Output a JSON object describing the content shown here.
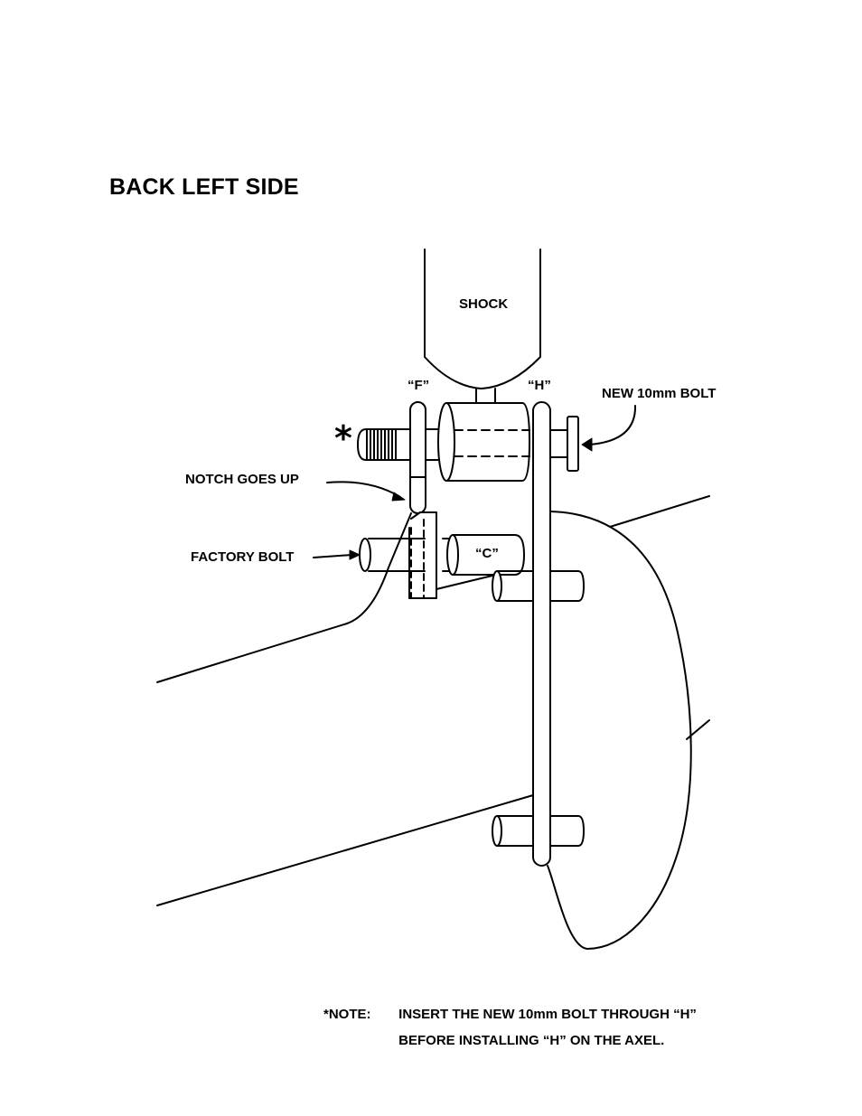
{
  "title": "BACK LEFT SIDE",
  "labels": {
    "shock": "SHOCK",
    "f": "“F”",
    "h": "“H”",
    "new_bolt": "NEW 10mm BOLT",
    "notch": "NOTCH GOES UP",
    "factory_bolt": "FACTORY BOLT",
    "c": "“C”",
    "asterisk": "*"
  },
  "note": {
    "key": "*NOTE:",
    "lines": [
      "INSERT THE NEW 10mm BOLT THROUGH “H”",
      "BEFORE INSTALLING “H” ON THE AXEL."
    ]
  }
}
